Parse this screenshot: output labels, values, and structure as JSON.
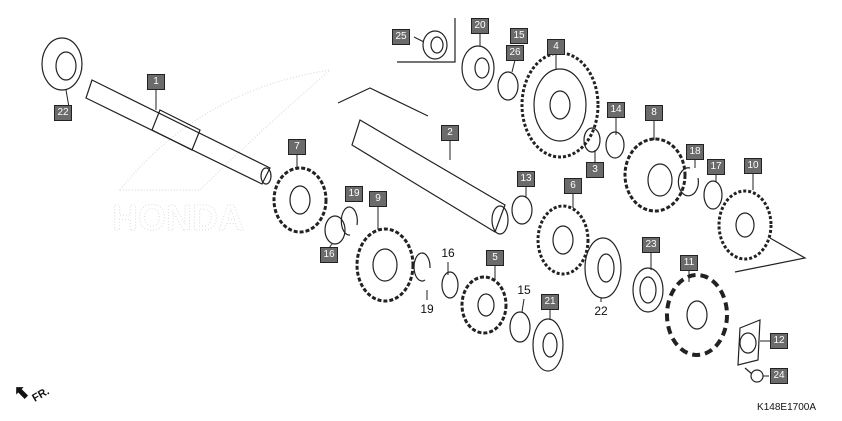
{
  "diagram": {
    "watermark": "HONDA",
    "figure_code": "K148E1700A",
    "direction_indicator": "FR.",
    "callouts_boxed": [
      "22",
      "1",
      "7",
      "19",
      "9",
      "16",
      "2",
      "25",
      "20",
      "15",
      "26",
      "4",
      "14",
      "8",
      "3",
      "13",
      "6",
      "18",
      "17",
      "10",
      "23",
      "11",
      "5",
      "21",
      "12",
      "24"
    ],
    "callouts_plain": [
      "16",
      "19",
      "15",
      "22"
    ]
  }
}
